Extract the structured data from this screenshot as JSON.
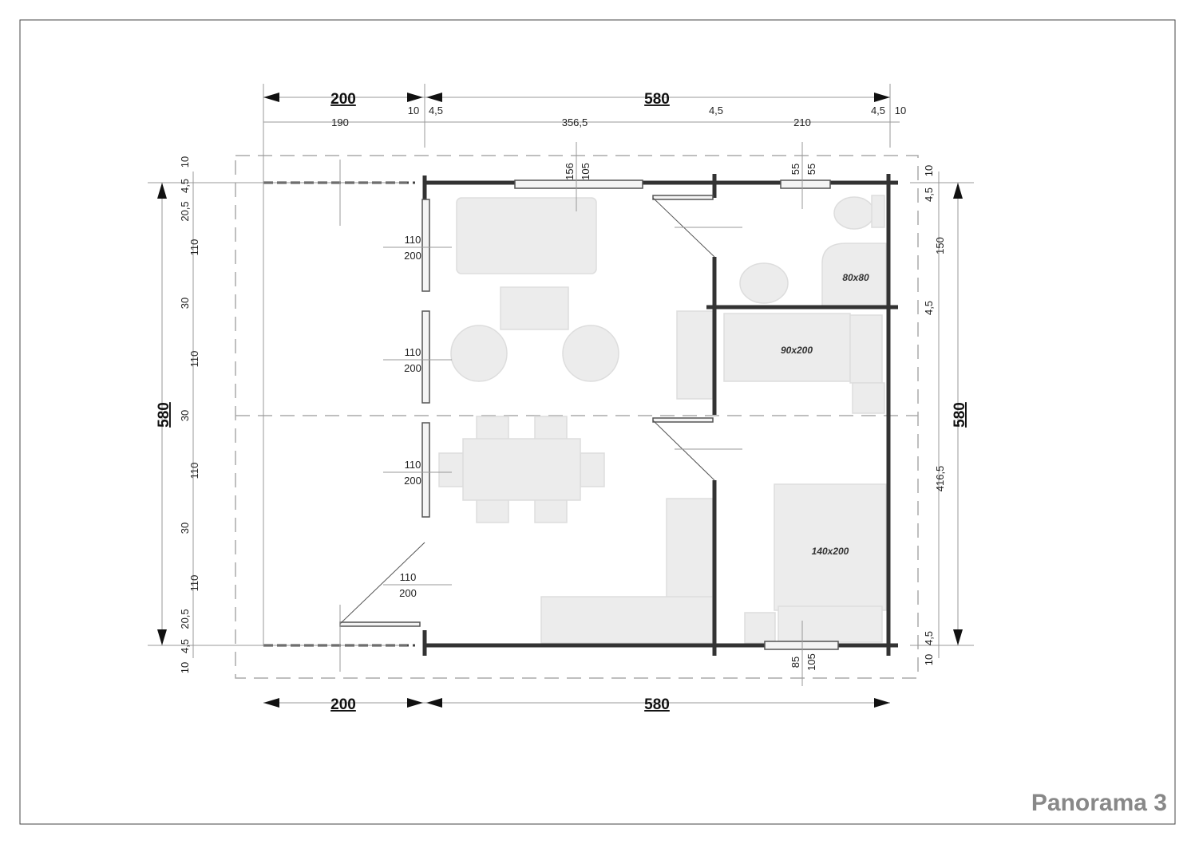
{
  "title": "Panorama 3",
  "overall": {
    "terrace_width": "200",
    "house_width": "580",
    "depth_left": "580",
    "depth_right": "580"
  },
  "top_detail": [
    "190",
    "10",
    "4,5",
    "356,5",
    "4,5",
    "210",
    "4,5",
    "10"
  ],
  "left_detail": [
    "10",
    "4,5",
    "20,5",
    "110",
    "30",
    "110",
    "30",
    "110",
    "30",
    "110",
    "20,5",
    "4,5",
    "10"
  ],
  "right_detail": [
    "10",
    "4,5",
    "150",
    "4,5",
    "416,5",
    "4,5",
    "10"
  ],
  "openings": {
    "left": [
      {
        "w": "110",
        "h": "200"
      },
      {
        "w": "110",
        "h": "200"
      },
      {
        "w": "110",
        "h": "200"
      },
      {
        "w": "110",
        "h": "200"
      }
    ],
    "top_living": {
      "a": "156",
      "b": "105"
    },
    "top_bath": {
      "a": "55",
      "b": "55"
    },
    "bottom_bedroom": {
      "a": "85",
      "b": "105"
    }
  },
  "furniture": {
    "shower": "80x80",
    "single_bed": "90x200",
    "double_bed": "140x200"
  }
}
